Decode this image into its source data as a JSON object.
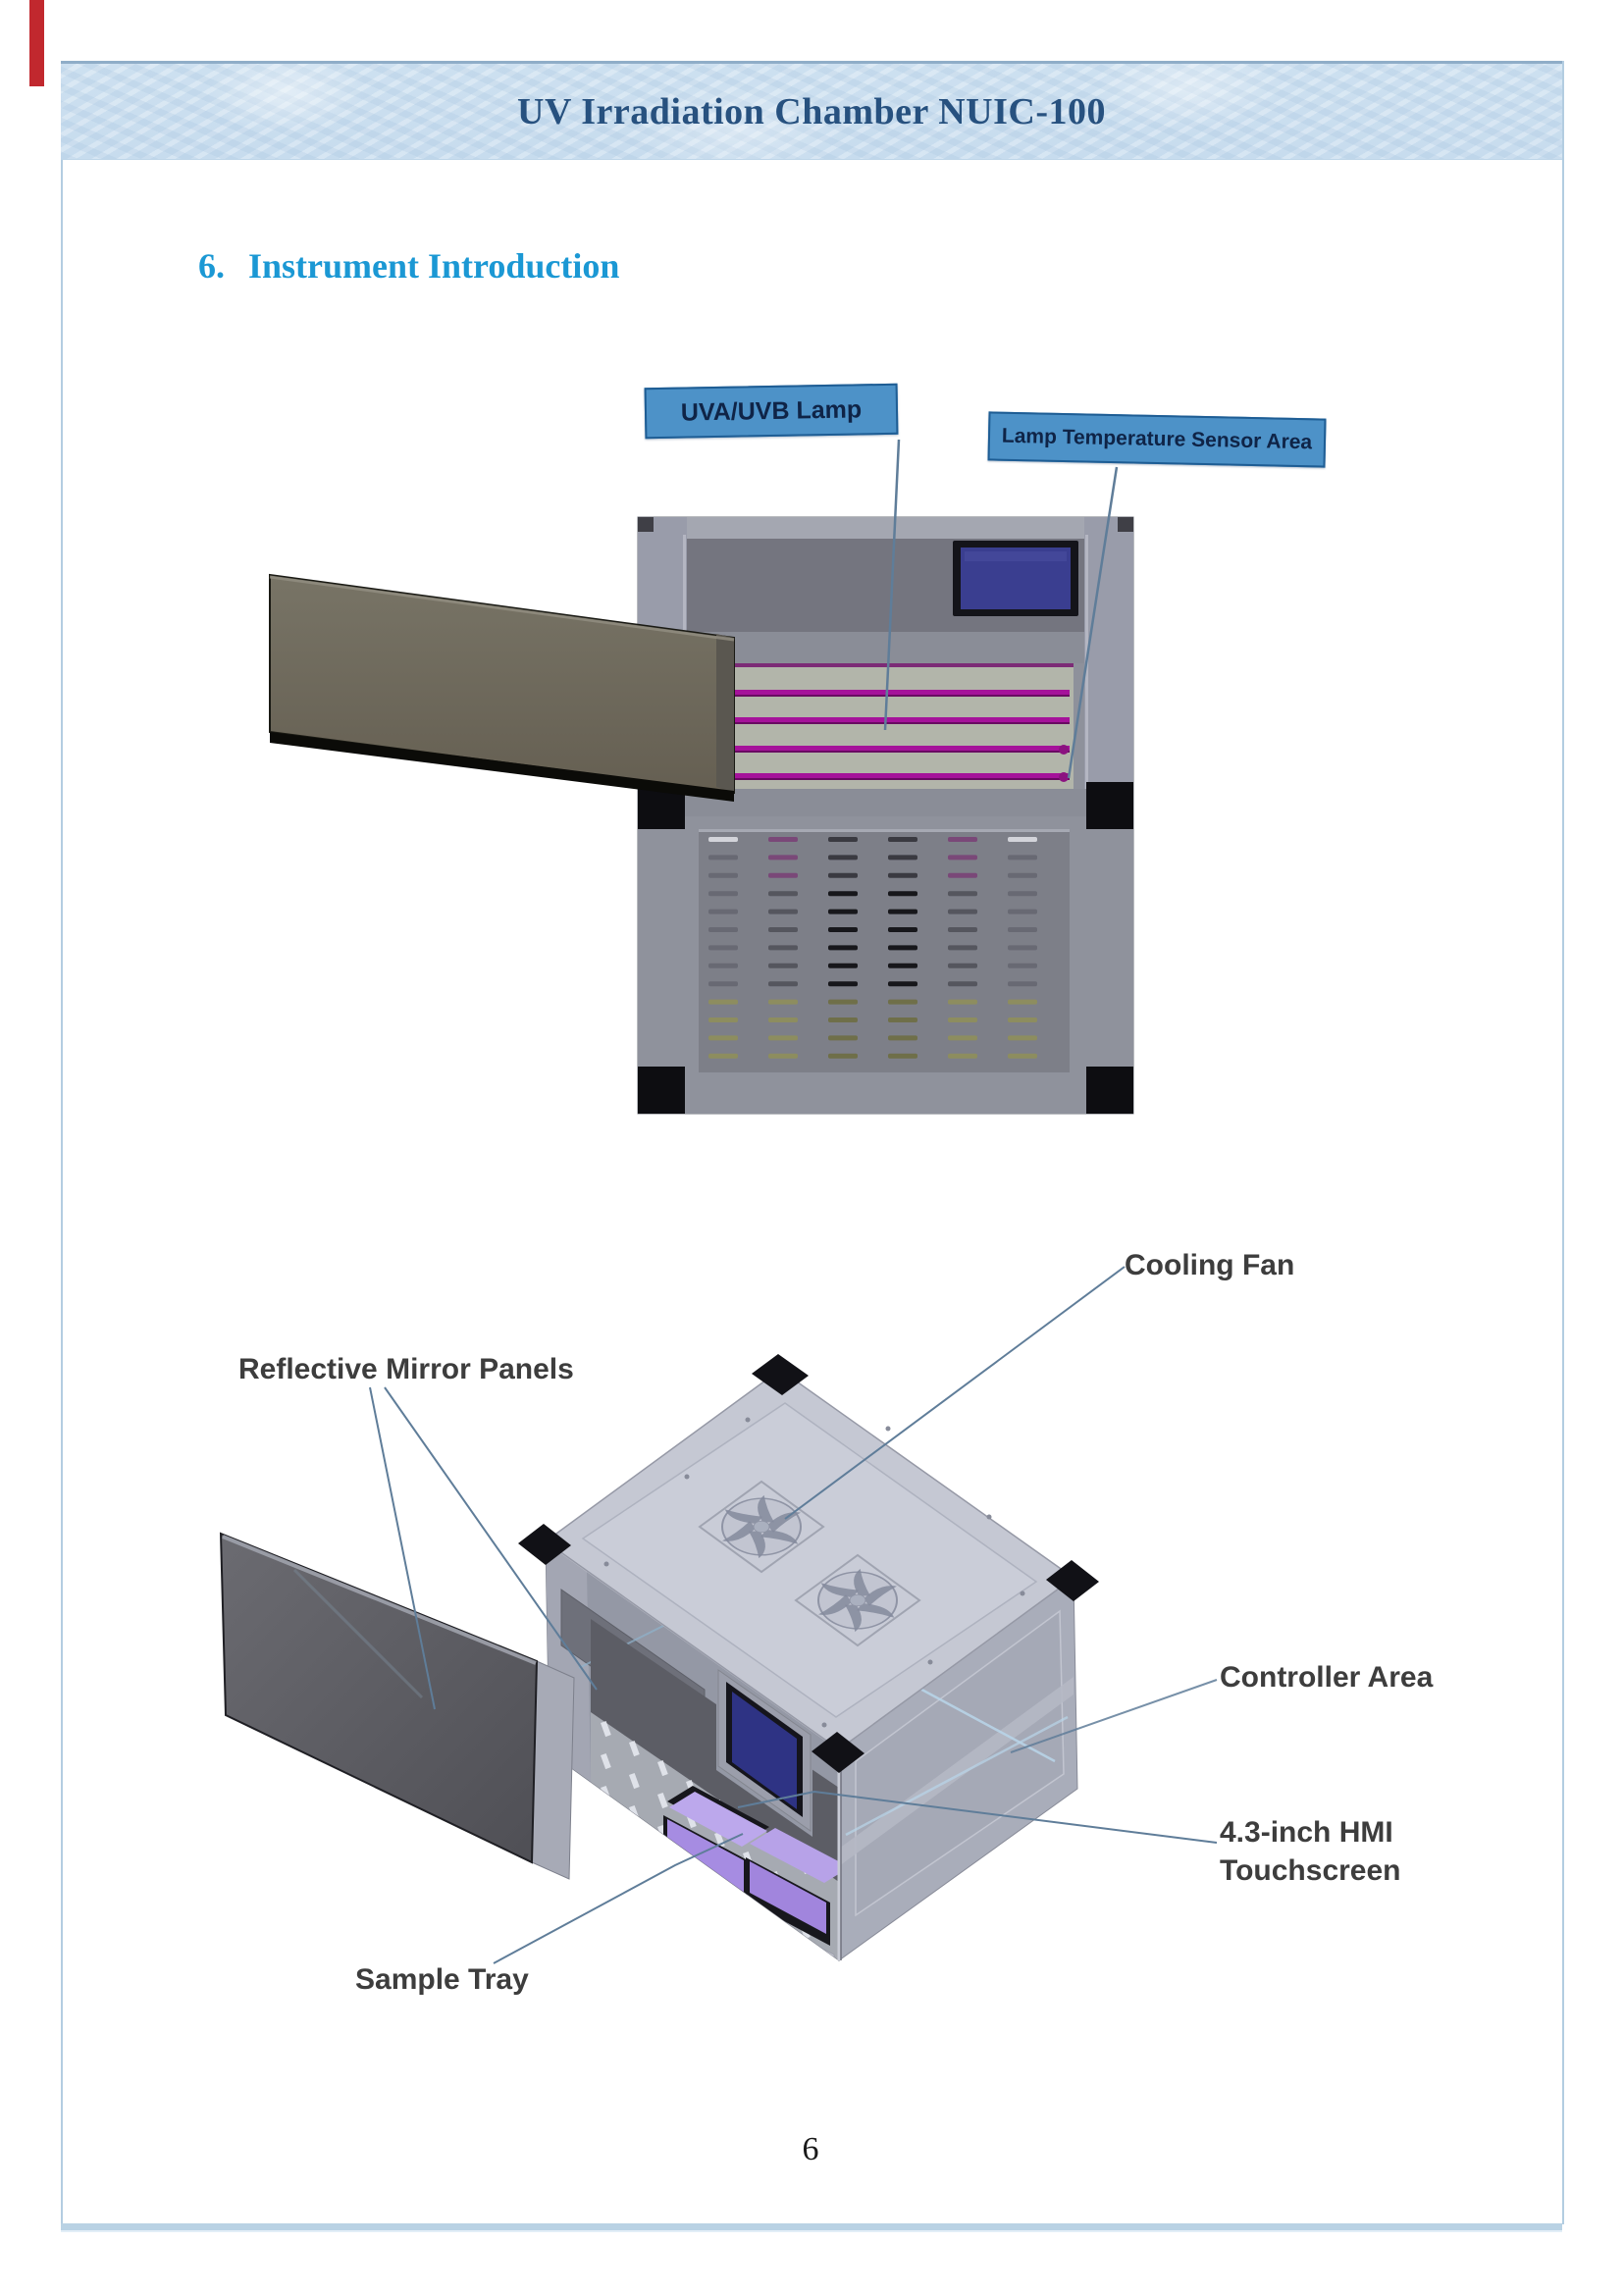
{
  "banner": {
    "title": "UV Irradiation Chamber NUIC-100"
  },
  "heading": {
    "number": "6.",
    "title": "Instrument Introduction"
  },
  "figure1": {
    "labels": {
      "lamp": "UVA/UVB Lamp",
      "sensor": "Lamp Temperature Sensor Area"
    }
  },
  "figure2": {
    "labels": {
      "cooling_fan": "Cooling Fan",
      "mirror_panels": "Reflective Mirror Panels",
      "controller_area": "Controller Area",
      "touchscreen": "4.3-inch HMI Touchscreen",
      "sample_tray": "Sample Tray"
    }
  },
  "footer": {
    "page_number": "6"
  },
  "colors": {
    "banner_bg": "#cfe0ef",
    "banner_text": "#27517f",
    "heading": "#1b98d4",
    "label_box": "#4d92c8",
    "lamp_tube": "#a5129a",
    "screen_navy": "#3a3e90",
    "tray_purple": "#a68ce2"
  }
}
